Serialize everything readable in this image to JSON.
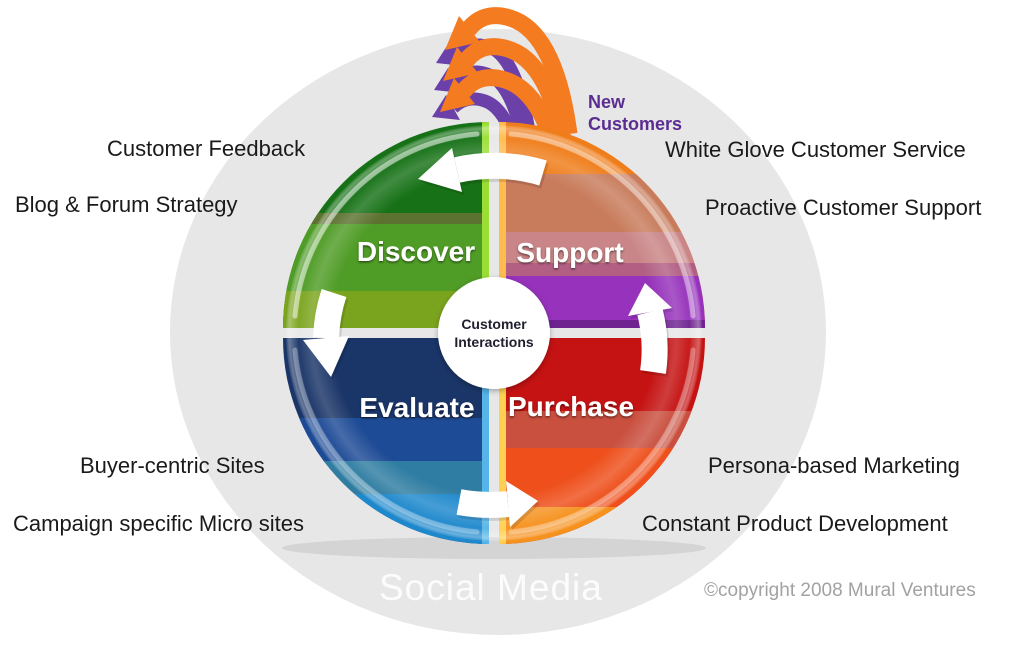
{
  "background": {
    "canvas": "#ffffff",
    "halo": "#e7e7e7"
  },
  "inflow": {
    "line1": "New",
    "line2": "Customers",
    "text_color": "#5b2d91",
    "orange": "#f47b20",
    "purple": "#6b40a8"
  },
  "center": {
    "line1": "Customer",
    "line2": "Interactions",
    "text_color": "#1f1f2e",
    "circle_color": "#ffffff"
  },
  "cycle": {
    "arrow_color": "#ffffff"
  },
  "quadrant_label_color": "#ffffff",
  "quadrants": [
    {
      "id": "discover",
      "label": "Discover",
      "bands": [
        "#177217",
        "#5c7230",
        "#4f9c26",
        "#7ba41e"
      ],
      "edge": "#9ade33",
      "annotations": [
        "Customer Feedback",
        "Blog & Forum Strategy"
      ]
    },
    {
      "id": "support",
      "label": "Support",
      "bands": [
        "#ef7d1a",
        "#c87c5c",
        "#c98587",
        "#b25f83",
        "#9632bb"
      ],
      "edge": "#ffbb4d",
      "annotations": [
        "White Glove Customer Service",
        "Proactive Customer Support"
      ]
    },
    {
      "id": "evaluate",
      "label": "Evaluate",
      "bands": [
        "#1a3568",
        "#1e4b96",
        "#2f7da2",
        "#1e88cc"
      ],
      "edge": "#56b4e8",
      "annotations": [
        "Buyer-centric Sites",
        "Campaign specific Micro sites"
      ]
    },
    {
      "id": "purchase",
      "label": "Purchase",
      "bands": [
        "#c51212",
        "#c94f3f",
        "#ee4f1b",
        "#f6911e"
      ],
      "edge": "#ffcf4f",
      "annotations": [
        "Persona-based Marketing",
        "Constant Product Development"
      ]
    }
  ],
  "footer": {
    "social_media": "Social Media",
    "copyright": "©copyright 2008 Mural Ventures"
  }
}
